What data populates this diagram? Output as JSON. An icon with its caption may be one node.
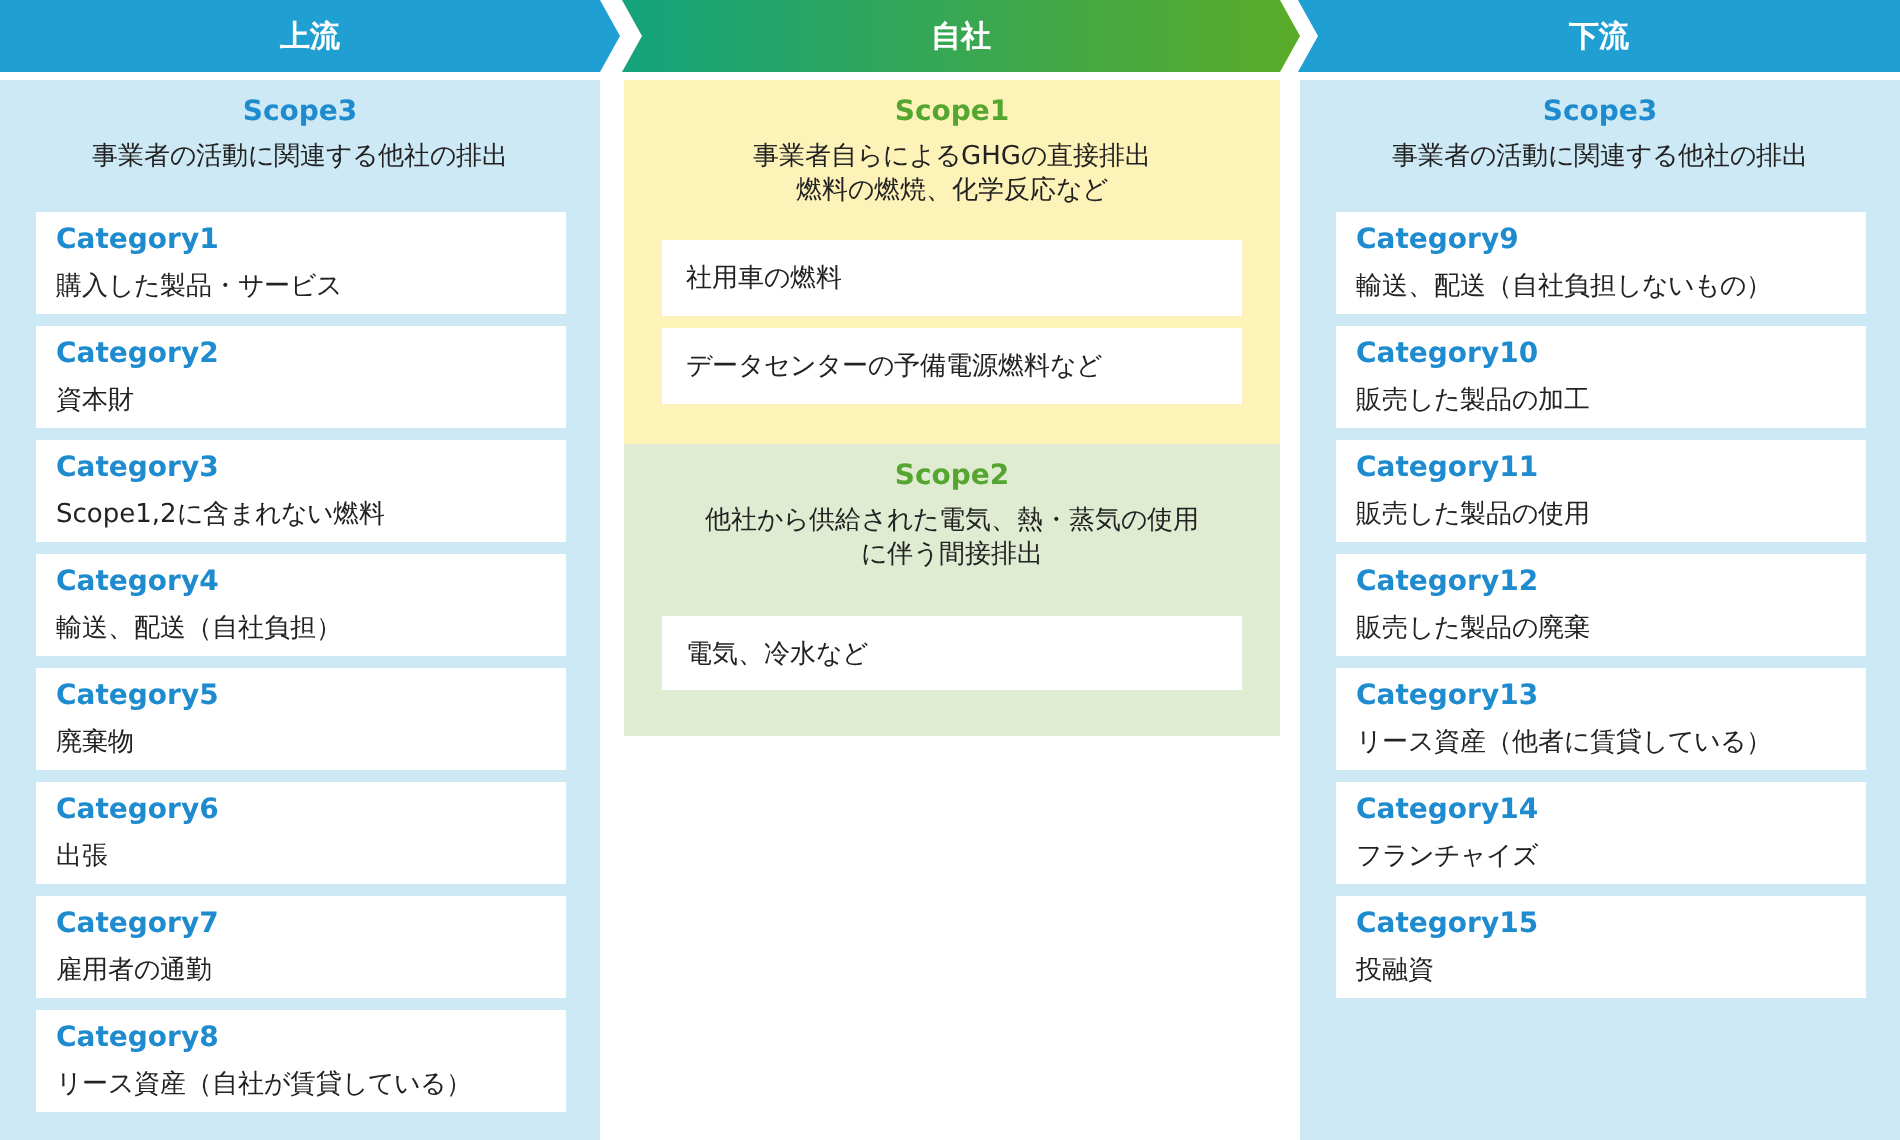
{
  "diagram": {
    "nodes": [
      {
        "text": [
          "上流"
        ]
      },
      {
        "text": [
          "Scope3",
          "事業者の活動に関連する他社の排出"
        ]
      },
      {
        "text": [
          "Category1",
          "購入した製品・サービス"
        ],
        "in": 1
      },
      {
        "text": [
          "Category2",
          "資本財"
        ],
        "in": 1
      },
      {
        "text": [
          "Category3",
          "Scope1,2に含まれない燃料"
        ],
        "in": 1
      },
      {
        "text": [
          "Category4",
          "輸送、配送（自社負担）"
        ],
        "in": 1
      },
      {
        "text": [
          "Category5",
          "廃棄物"
        ],
        "in": 1
      },
      {
        "text": [
          "Category6",
          "出張"
        ],
        "in": 1
      },
      {
        "text": [
          "Category7",
          "雇用者の通勤"
        ],
        "in": 1
      },
      {
        "text": [
          "Category8",
          "リース資産（自社が賃貸している）"
        ],
        "in": 1
      },
      {
        "text": [
          "自社"
        ]
      },
      {
        "text": [
          "Scope1",
          "事業者自らによるGHGの直接排出",
          "燃料の燃焼、化学反応など"
        ]
      },
      {
        "text": [
          "社用車の燃料"
        ],
        "in": 11
      },
      {
        "text": [
          "データセンターの予備電源燃料など"
        ],
        "in": 11
      },
      {
        "text": [
          "Scope2",
          "他社から供給された電気、熱・蒸気の使用に伴う間接排出"
        ]
      },
      {
        "text": [
          "電気、冷水など"
        ],
        "in": 14
      },
      {
        "text": [
          "下流"
        ]
      },
      {
        "text": [
          "Scope3",
          "事業者の活動に関連する他社の排出"
        ]
      },
      {
        "text": [
          "Category9",
          "輸送、配送（自社負担しないもの）"
        ],
        "in": 17
      },
      {
        "text": [
          "Category10",
          "販売した製品の加工"
        ],
        "in": 17
      },
      {
        "text": [
          "Category11",
          "販売した製品の使用"
        ],
        "in": 17
      },
      {
        "text": [
          "Category12",
          "販売した製品の廃棄"
        ],
        "in": 17
      },
      {
        "text": [
          "Category13",
          "リース資産（他者に賃貸している）"
        ],
        "in": 17
      },
      {
        "text": [
          "Category14",
          "フランチャイズ"
        ],
        "in": 17
      },
      {
        "text": [
          "Category15",
          "投融資"
        ],
        "in": 17
      }
    ]
  }
}
